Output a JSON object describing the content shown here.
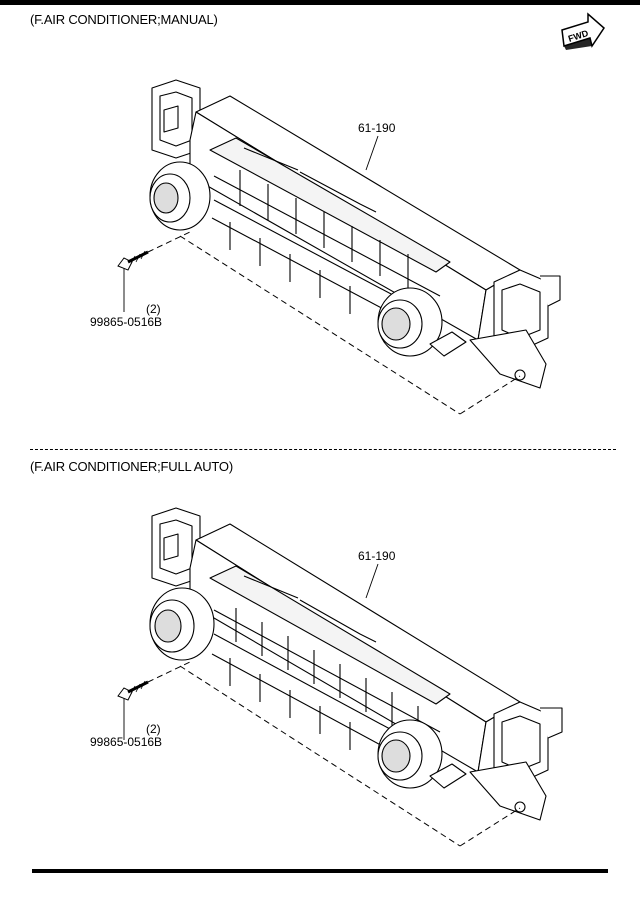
{
  "sections": [
    {
      "title": "(F.AIR CONDITIONER;MANUAL)",
      "part_number": "61-190",
      "screw_qty": "(2)",
      "screw_part": "99865-0516B"
    },
    {
      "title": "(F.AIR CONDITIONER;FULL AUTO)",
      "part_number": "61-190",
      "screw_qty": "(2)",
      "screw_part": "99865-0516B"
    }
  ],
  "fwd_label": "FWD"
}
